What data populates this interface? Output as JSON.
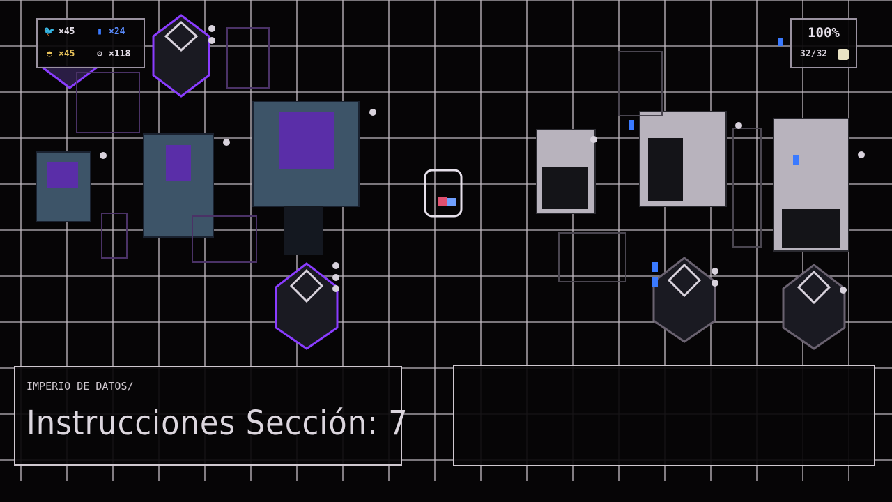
{
  "hud": {
    "stats": [
      {
        "icon": "bird-icon",
        "value": "×45"
      },
      {
        "icon": "potion-icon",
        "value": "×24"
      },
      {
        "icon": "ghost-icon",
        "value": "×45"
      },
      {
        "icon": "gear-coin-icon",
        "value": "×118"
      }
    ],
    "progress": {
      "percent": "100%",
      "count": "32/32"
    }
  },
  "dialog": {
    "breadcrumb": "IMPERIO DE DATOS/",
    "title": "Instrucciones Sección: 7"
  },
  "colors": {
    "grid": "#cfc8cf",
    "purple": "#8a3cff",
    "steel": "#4a6a86",
    "light_block": "#b8b3bd"
  }
}
